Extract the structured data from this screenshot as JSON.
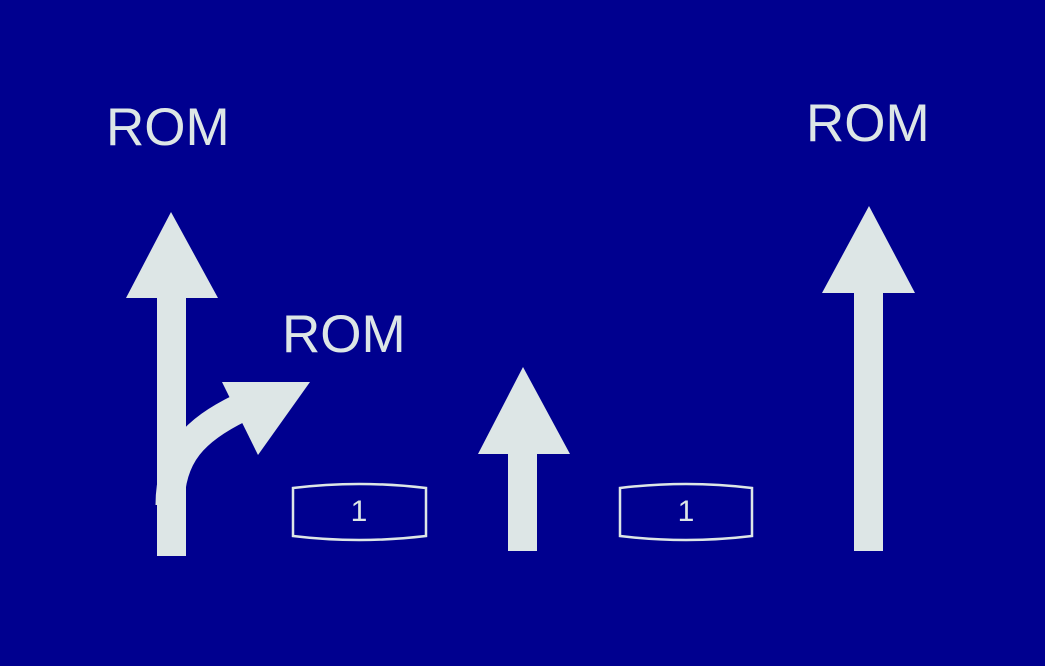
{
  "sign": {
    "background_color": "#00008f",
    "foreground_color": "#dde6e6",
    "destinations": {
      "left_top": "ROM",
      "left_branch": "ROM",
      "right_top": "ROM"
    },
    "route_shields": {
      "left": "1",
      "right": "1"
    },
    "icons": [
      "arrow-up-icon",
      "arrow-curve-right-icon",
      "arrow-up-icon",
      "arrow-up-icon"
    ]
  }
}
